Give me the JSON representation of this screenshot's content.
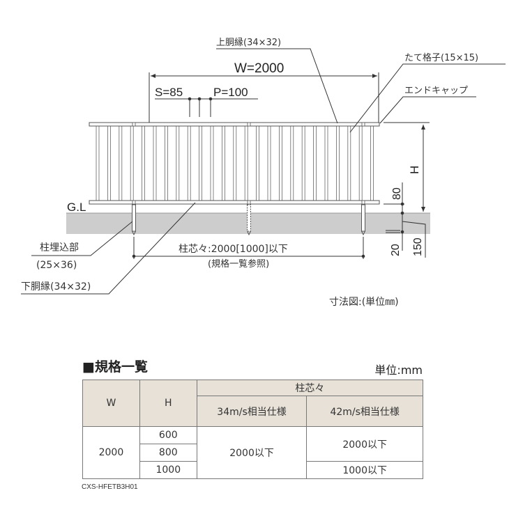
{
  "drawing": {
    "top_rail": "上胴縁(34×32)",
    "baluster": "たて格子(15×15)",
    "end_cap": "エンドキャップ",
    "width": "W=2000",
    "spacing_s": "S=85",
    "pitch_p": "P=100",
    "height": "H",
    "dim_80": "80",
    "dim_150": "150",
    "dim_20": "20",
    "ground_level": "G.L",
    "post_embed": "柱埋込部",
    "post_embed_size": "(25×36)",
    "bottom_rail": "下胴縁(34×32)",
    "post_pitch": "柱芯々:2000[1000]以下",
    "post_pitch_ref": "(規格一覧参照)",
    "caption": "寸法図:(単位㎜)"
  },
  "spec": {
    "title": "■規格一覧",
    "unit": "単位:mm",
    "headers": {
      "w": "W",
      "h": "H",
      "group": "柱芯々",
      "col34": "34m/s相当仕様",
      "col42": "42m/s相当仕様"
    },
    "w_value": "2000",
    "h_values": [
      "600",
      "800",
      "1000"
    ],
    "col34_value": "2000以下",
    "col42_values": [
      "2000以下",
      "1000以下"
    ],
    "code": "CXS-HFETB3H01"
  },
  "colors": {
    "header_bg": "#e8e1d8",
    "ground": "#cdcdcd",
    "line": "#555555"
  }
}
